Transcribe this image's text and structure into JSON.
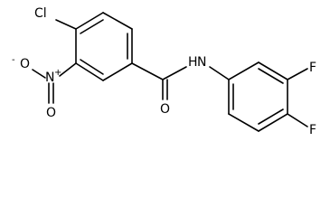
{
  "molecule": {
    "atoms": {
      "cl": "Cl",
      "nitro_o_left": "O",
      "nitro_o_charge": "-",
      "nitro_n": "N",
      "nitro_n_charge": "+",
      "nitro_o_bottom": "O",
      "carbonyl_o": "O",
      "amide_n": "N",
      "amide_h": "H",
      "f_upper": "F",
      "f_lower": "F"
    }
  }
}
